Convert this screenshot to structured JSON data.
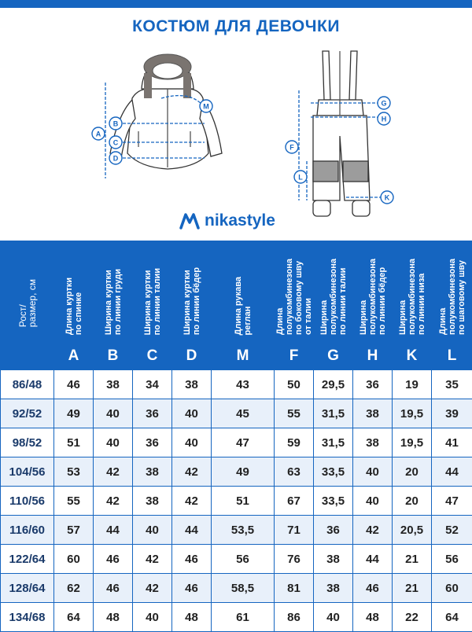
{
  "title": "КОСТЮМ ДЛЯ ДЕВОЧКИ",
  "brand": "nikastyle",
  "colors": {
    "accent": "#1565c0",
    "stripe": "#e8f0fa"
  },
  "jacket_markers": [
    "A",
    "B",
    "C",
    "D",
    "M"
  ],
  "pants_markers": [
    "G",
    "H",
    "F",
    "L",
    "K"
  ],
  "table": {
    "first_header": "Рост/\nразмер, см",
    "columns": [
      {
        "label": "Длина куртки\nпо спинке",
        "letter": "A"
      },
      {
        "label": "Ширина куртки\nпо линии груди",
        "letter": "B"
      },
      {
        "label": "Ширина куртки\nпо линии талии",
        "letter": "C"
      },
      {
        "label": "Ширина куртки\nпо линии бёдер",
        "letter": "D"
      },
      {
        "label": "Длина рукава\nреглан",
        "letter": "M"
      },
      {
        "label": "Длина\nполукомбинезона\nпо боковому шву\nот талии",
        "letter": "F"
      },
      {
        "label": "Ширина\nполукомбинезона\nпо линии талии",
        "letter": "G"
      },
      {
        "label": "Ширина\nполукомбинезона\nпо линии бёдер",
        "letter": "H"
      },
      {
        "label": "Ширина\nполукомбинезона\nпо линии низа",
        "letter": "K"
      },
      {
        "label": "Длина\nполукомбинезона\nпо шаговому шву",
        "letter": "L"
      }
    ],
    "rows": [
      [
        "86/48",
        "46",
        "38",
        "34",
        "38",
        "43",
        "50",
        "29,5",
        "36",
        "19",
        "35"
      ],
      [
        "92/52",
        "49",
        "40",
        "36",
        "40",
        "45",
        "55",
        "31,5",
        "38",
        "19,5",
        "39"
      ],
      [
        "98/52",
        "51",
        "40",
        "36",
        "40",
        "47",
        "59",
        "31,5",
        "38",
        "19,5",
        "41"
      ],
      [
        "104/56",
        "53",
        "42",
        "38",
        "42",
        "49",
        "63",
        "33,5",
        "40",
        "20",
        "44"
      ],
      [
        "110/56",
        "55",
        "42",
        "38",
        "42",
        "51",
        "67",
        "33,5",
        "40",
        "20",
        "47"
      ],
      [
        "116/60",
        "57",
        "44",
        "40",
        "44",
        "53,5",
        "71",
        "36",
        "42",
        "20,5",
        "52"
      ],
      [
        "122/64",
        "60",
        "46",
        "42",
        "46",
        "56",
        "76",
        "38",
        "44",
        "21",
        "56"
      ],
      [
        "128/64",
        "62",
        "46",
        "42",
        "46",
        "58,5",
        "81",
        "38",
        "46",
        "21",
        "60"
      ],
      [
        "134/68",
        "64",
        "48",
        "40",
        "48",
        "61",
        "86",
        "40",
        "48",
        "22",
        "64"
      ]
    ]
  }
}
